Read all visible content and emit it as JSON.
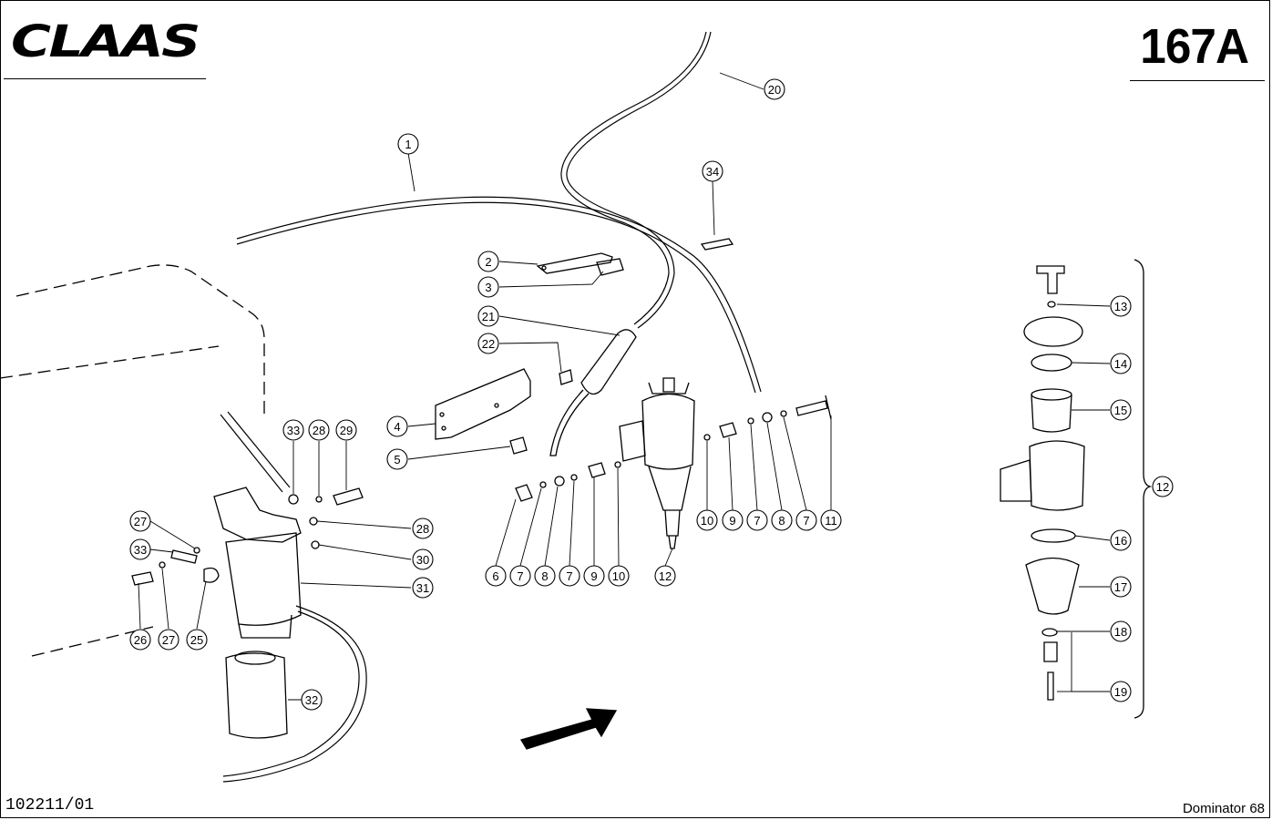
{
  "header": {
    "brand": "CLAAS",
    "page_number": "167A"
  },
  "footer": {
    "document_id": "102211/01",
    "model": "Dominator 68"
  },
  "callouts": [
    "1",
    "2",
    "3",
    "4",
    "5",
    "6",
    "7",
    "8",
    "9",
    "10",
    "11",
    "12",
    "13",
    "14",
    "15",
    "16",
    "17",
    "18",
    "19",
    "20",
    "21",
    "22",
    "25",
    "26",
    "27",
    "28",
    "29",
    "30",
    "31",
    "32",
    "33",
    "34"
  ]
}
